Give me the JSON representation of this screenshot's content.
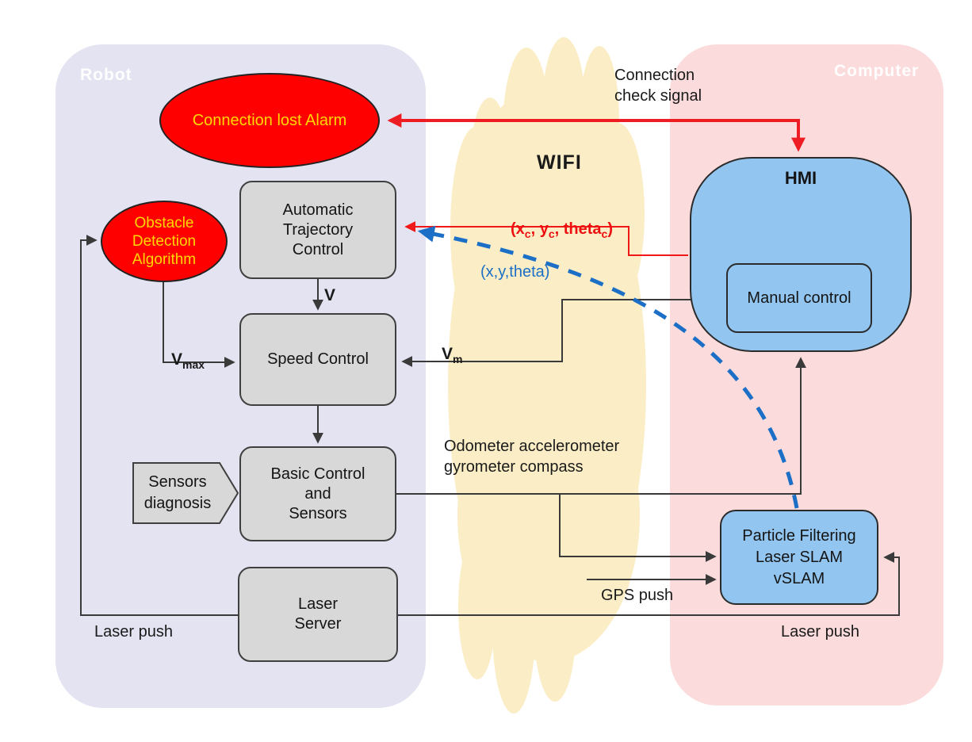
{
  "zones": {
    "robot": {
      "label": "Robot"
    },
    "wifi": {
      "label": "WIFI"
    },
    "computer": {
      "label": "Computer"
    }
  },
  "nodes": {
    "connection_lost_alarm": {
      "label": "Connection lost Alarm"
    },
    "obstacle_detection": {
      "label": "Obstacle\nDetection\nAlgorithm"
    },
    "automatic_trajectory_control": {
      "label": "Automatic\nTrajectory\nControl"
    },
    "speed_control": {
      "label": "Speed Control"
    },
    "basic_control_sensors": {
      "label": "Basic Control\nand\nSensors"
    },
    "laser_server": {
      "label": "Laser\nServer"
    },
    "sensors_diagnosis": {
      "label": "Sensors\ndiagnosis"
    },
    "hmi": {
      "label": "HMI"
    },
    "manual_control": {
      "label": "Manual control"
    },
    "particle_filtering": {
      "label": "Particle Filtering\nLaser SLAM\nvSLAM"
    }
  },
  "labels": {
    "connection_check": "Connection\ncheck signal",
    "pose_command": {
      "p1": "(x",
      "s1": "c",
      "p2": ", y",
      "s2": "c",
      "p3": ", theta",
      "s3": "c",
      "p4": ")"
    },
    "pose_feedback": "(x,y,theta)",
    "v": "V",
    "vmax": {
      "base": "V",
      "sub": "max"
    },
    "vm": {
      "base": "V",
      "sub": "m"
    },
    "odometer": "Odometer accelerometer\ngyrometer compass",
    "gps_push": "GPS push",
    "laser_push_left": "Laser push",
    "laser_push_right": "Laser push"
  },
  "colors": {
    "robot_zone": "#e3e3f1",
    "computer_zone": "#fbdbdb",
    "wifi_blob": "#fbedc5",
    "gray_box_fill": "#d8d8d8",
    "blue_box_fill": "#92c6f1",
    "alarm_fill": "#fe0000",
    "alarm_text": "#ffd800",
    "red_arrow": "#ee1c23",
    "blue_dashed": "#1c6fc6",
    "black_line": "#3a3a3a"
  }
}
